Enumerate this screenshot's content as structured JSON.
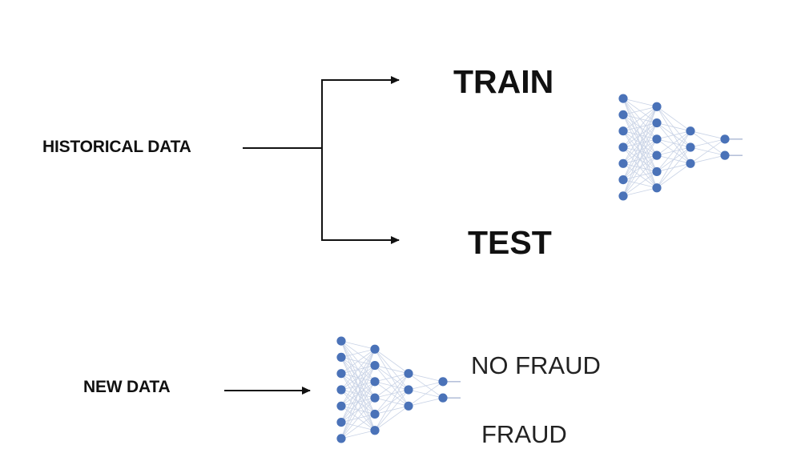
{
  "labels": {
    "historical_data": "HISTORICAL DATA",
    "train": "TRAIN",
    "test": "TEST",
    "new_data": "NEW DATA",
    "no_fraud": "NO FRAUD",
    "fraud": "FRAUD"
  },
  "colors": {
    "node": "#4a72b8",
    "edge": "#c9d3e6",
    "arrow": "#111111",
    "text": "#111111"
  },
  "networks": [
    {
      "name": "trained-network",
      "layers": [
        7,
        6,
        3,
        2
      ]
    },
    {
      "name": "new-data-network",
      "layers": [
        7,
        6,
        3,
        2
      ]
    }
  ]
}
